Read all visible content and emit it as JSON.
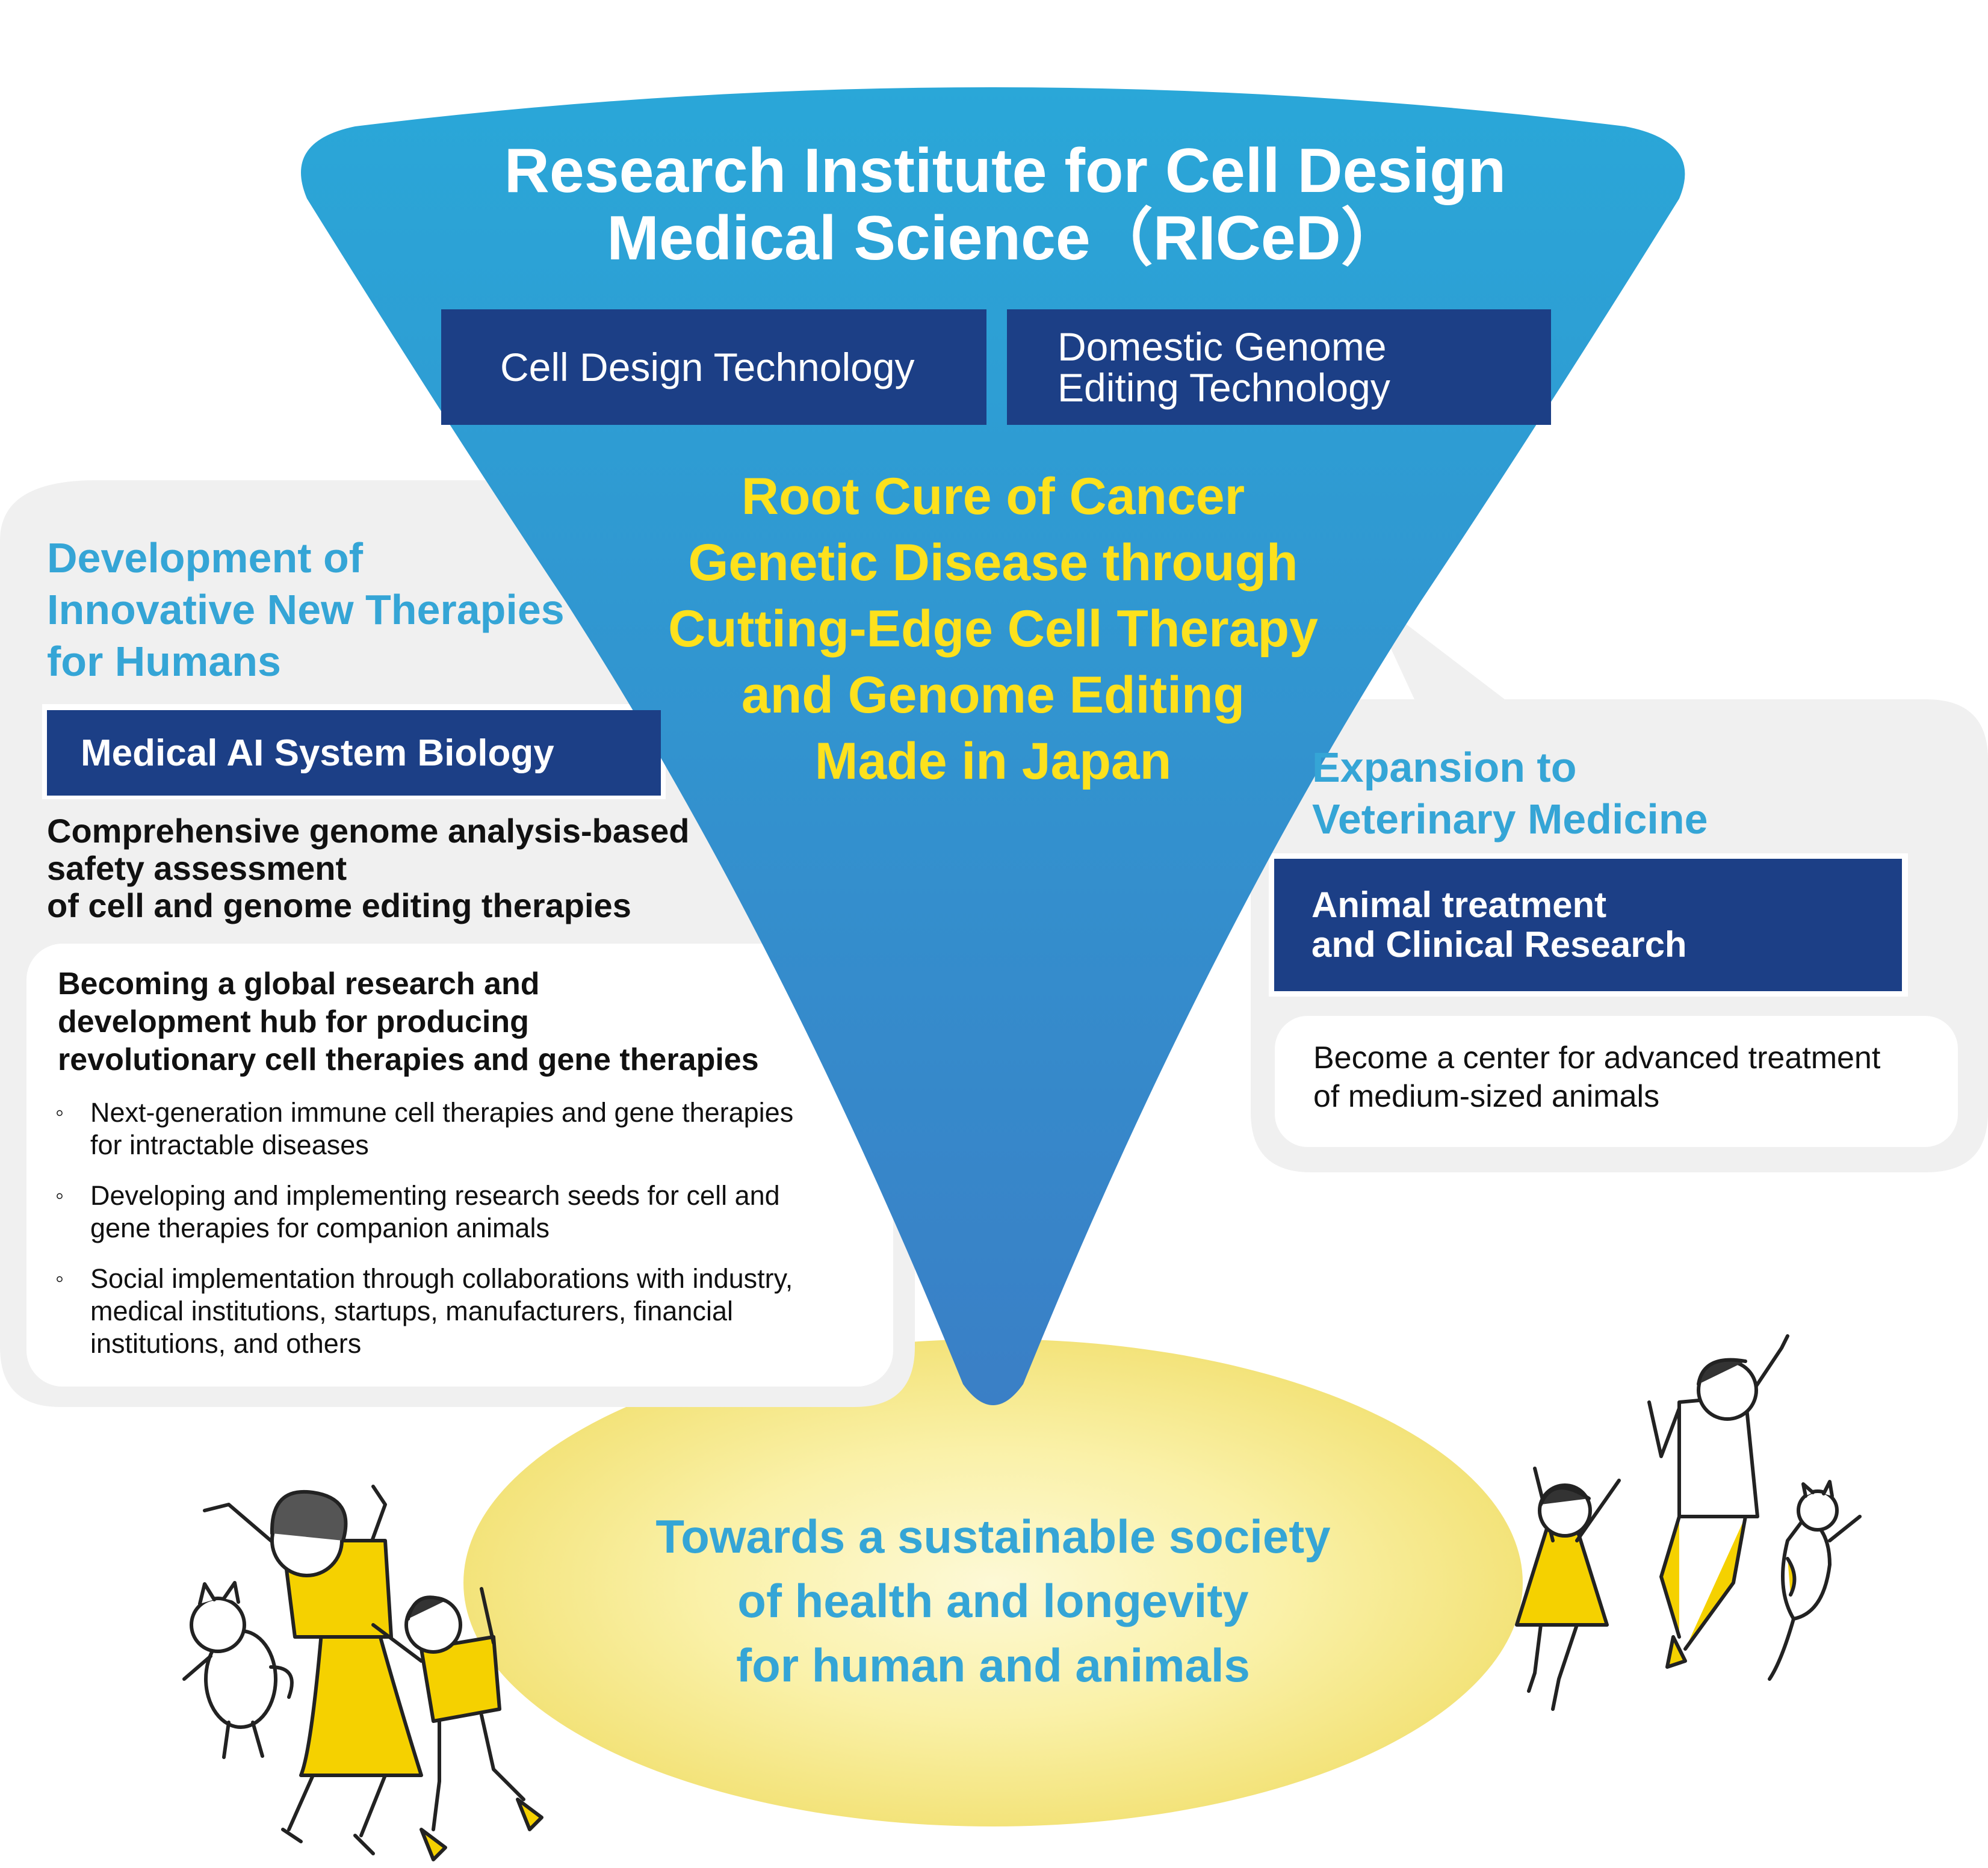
{
  "institute": {
    "title_line1": "Research Institute for Cell Design",
    "title_line2": "Medical Science（RICeD）"
  },
  "technologies": {
    "cell_design": "Cell Design Technology",
    "genome_line1": "Domestic Genome",
    "genome_line2": "Editing Technology"
  },
  "mission": {
    "line1": "Root Cure of Cancer",
    "line2": "Genetic Disease through",
    "line3": "Cutting-Edge Cell Therapy",
    "line4": "and Genome Editing",
    "line5": "Made in Japan"
  },
  "human_panel": {
    "heading_line1": "Development of",
    "heading_line2": "Innovative New Therapies",
    "heading_line3": "for Humans",
    "ai_label": "Medical AI System Biology",
    "safety_line1": "Comprehensive genome analysis-based",
    "safety_line2": "safety assessment",
    "safety_line3": "of cell and genome editing therapies",
    "hub_line1": "Becoming a global research and",
    "hub_line2": "development hub for producing",
    "hub_line3": "revolutionary cell therapies and gene therapies",
    "bullet_marker": "◦",
    "bullets": [
      {
        "line1": "Next-generation immune cell therapies and gene therapies",
        "line2": "for intractable diseases"
      },
      {
        "line1": "Developing and implementing research seeds for cell and",
        "line2": "gene therapies for companion animals"
      },
      {
        "line1": "Social implementation through collaborations with industry,",
        "line2": "medical institutions, startups, manufacturers, financial",
        "line3": "institutions, and others"
      }
    ]
  },
  "veterinary_panel": {
    "heading_line1": "Expansion to",
    "heading_line2": "Veterinary Medicine",
    "box_line1": "Animal treatment",
    "box_line2": "and Clinical Research",
    "text_line1": "Become a center for advanced treatment",
    "text_line2": "of medium-sized animals"
  },
  "goal": {
    "line1": "Towards a sustainable society",
    "line2": "of health and longevity",
    "line3": "for human and animals"
  },
  "colors": {
    "funnel_top": "#2aa7d8",
    "funnel_bottom": "#3a84c9",
    "dark_blue": "#1c3f86",
    "yellow_text": "#fde11d",
    "heading_blue": "#35a5d6",
    "glow_yellow": "#f7ec9b",
    "panel_grey": "#f0f0f0",
    "figure_yellow": "#f5d100"
  }
}
